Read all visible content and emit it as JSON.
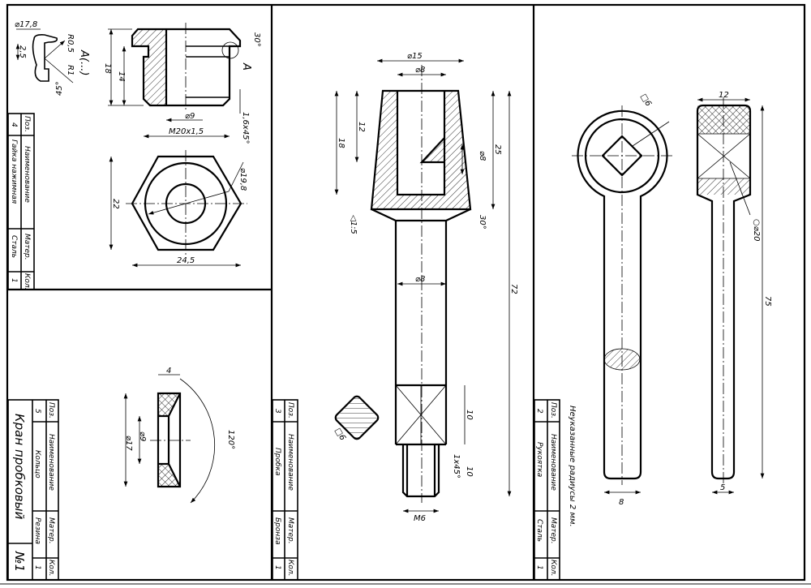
{
  "sheet": {
    "title": "Кран пробковый",
    "number": "№1"
  },
  "table_headers": {
    "pos": "Поз.",
    "name": "Наименование",
    "material": "Матер.",
    "qty": "Кол."
  },
  "parts": [
    {
      "pos": "4",
      "name": "Гайка нажимная",
      "material": "Сталь",
      "qty": "1"
    },
    {
      "pos": "5",
      "name": "Кольцо",
      "material": "Резина",
      "qty": "1"
    },
    {
      "pos": "3",
      "name": "Пробка",
      "material": "Бронза",
      "qty": "1"
    },
    {
      "pos": "2",
      "name": "Рукоятка",
      "material": "Сталь",
      "qty": "1"
    }
  ],
  "note": "Неуказанные радиусы 2 мм.",
  "nut_dims": {
    "d178": "⌀17,8",
    "r05": "R0,5",
    "r1": "R1",
    "d25": "2,5",
    "a45": "45°",
    "view": "A(...)",
    "a30": "30°",
    "markA": "A",
    "h18": "18",
    "h14": "14",
    "d9": "⌀9",
    "m20": "M20x1,5",
    "ch": "1,6x45°",
    "d198": "⌀19,8",
    "h22": "22",
    "w245": "24,5"
  },
  "ring_dims": {
    "t4": "4",
    "d9": "⌀9",
    "d17": "⌀17",
    "a120": "120°"
  },
  "plug_dims": {
    "d15": "⌀15",
    "d8a": "⌀8",
    "h18": "18",
    "h12": "12",
    "d8b": "⌀8",
    "h25": "25",
    "a30": "30°",
    "taper": "◁1:5",
    "d8c": "⌀8",
    "h72": "72",
    "h10a": "10",
    "h10b": "10",
    "ch": "1x45°",
    "sq6": "□6",
    "m6": "M6"
  },
  "handle_dims": {
    "sq6": "□6",
    "w12": "12",
    "d20": "○⌀20",
    "h75": "75",
    "w8": "8",
    "w5": "5"
  }
}
